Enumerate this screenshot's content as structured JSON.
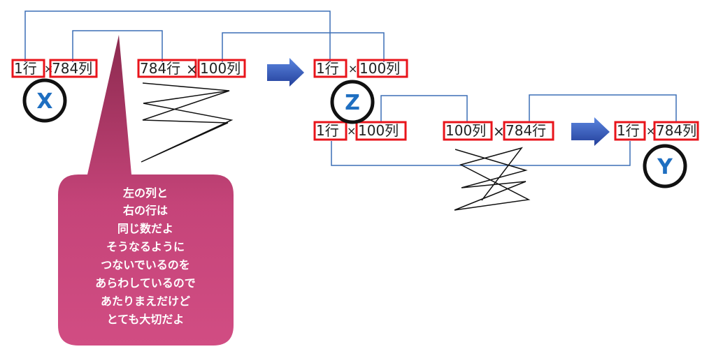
{
  "colors": {
    "box_border": "#e8141b",
    "connector": "#3b6fb6",
    "circle_text": "#1f6fc1",
    "circle_border": "#111111",
    "arrow_fill": "#3a64c8",
    "callout_fill": "#c24478",
    "cross_lines": "#111111"
  },
  "matrices": {
    "x_rows": "1行",
    "x_cols": "784列",
    "w1_rows": "784行",
    "w1_cols": "100列",
    "z_rows": "1行",
    "z_cols": "100列",
    "z2_rows": "1行",
    "z2_cols": "100列",
    "w2_rows": "100列",
    "w2_cols": "784行",
    "y_rows": "1行",
    "y_cols": "784列",
    "times": "×"
  },
  "labels": {
    "x": "X",
    "z": "Z",
    "y": "Y"
  },
  "callout": {
    "lines": [
      "左の列と",
      "右の行は",
      "同じ数だよ",
      "そうなるように",
      "つないでいるのを",
      "あらわしているので",
      "あたりまえだけど",
      "とても大切だよ"
    ]
  }
}
